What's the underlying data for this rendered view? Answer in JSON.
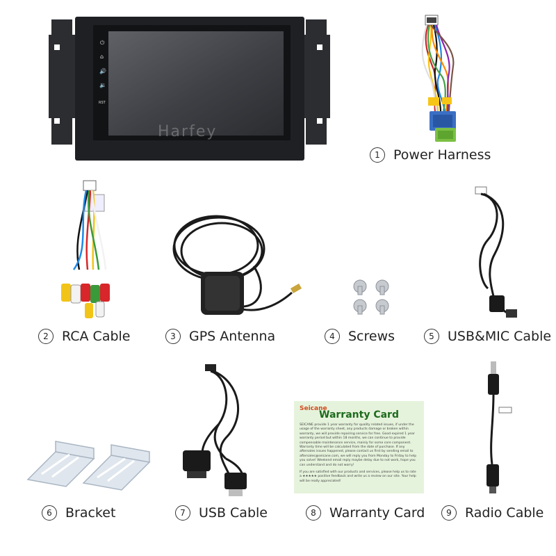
{
  "watermark": "Harfey",
  "items": [
    {
      "num": "1",
      "label": "Power Harness"
    },
    {
      "num": "2",
      "label": "RCA Cable"
    },
    {
      "num": "3",
      "label": "GPS Antenna"
    },
    {
      "num": "4",
      "label": "Screws"
    },
    {
      "num": "5",
      "label": "USB&MIC Cable"
    },
    {
      "num": "6",
      "label": "Bracket"
    },
    {
      "num": "7",
      "label": "USB Cable"
    },
    {
      "num": "8",
      "label": "Warranty Card"
    },
    {
      "num": "9",
      "label": "Radio Cable"
    }
  ],
  "head_unit": {
    "side_buttons": [
      "power-icon",
      "home-icon",
      "volume-up-icon",
      "volume-down-icon"
    ],
    "rst_label": "RST"
  },
  "warranty_card": {
    "brand": "Seicane",
    "title": "Warranty Card",
    "body_1": "SEICANE provide 1 year warranty for quality related issues, if under the usage of the warranty sheet, any products damage or broken within warranty, we will provide repairing service for free. Good expired 1 year warranty period but within 18 months, we can continue to provide compensable maintenance service, mainly for some core component. Warranty time will be calculated from the date of purchase. If any aftersales issues happened, please contact us first by sending email to aftersales@seicane.com, we will reply you from Monday to Friday to help you solve! Weekend email reply maybe delay due to not work, hope you can understand and do not worry!",
    "body_2": "If you are satisfied with our products and services, please help us to rate a ★★★★★ positive feedback and write us a review on our site. Your help will be really appreciated!"
  },
  "colors": {
    "card_bg": "#e6f3dc",
    "card_title": "#1e6b1e",
    "brand": "#d24a1e",
    "plug_yellow": "#f2c418",
    "plug_red": "#d8262a",
    "plug_white": "#f2f2f2",
    "plug_green": "#3a9a3a",
    "connector_blue": "#3b6fc4",
    "connector_green": "#7bc043"
  }
}
